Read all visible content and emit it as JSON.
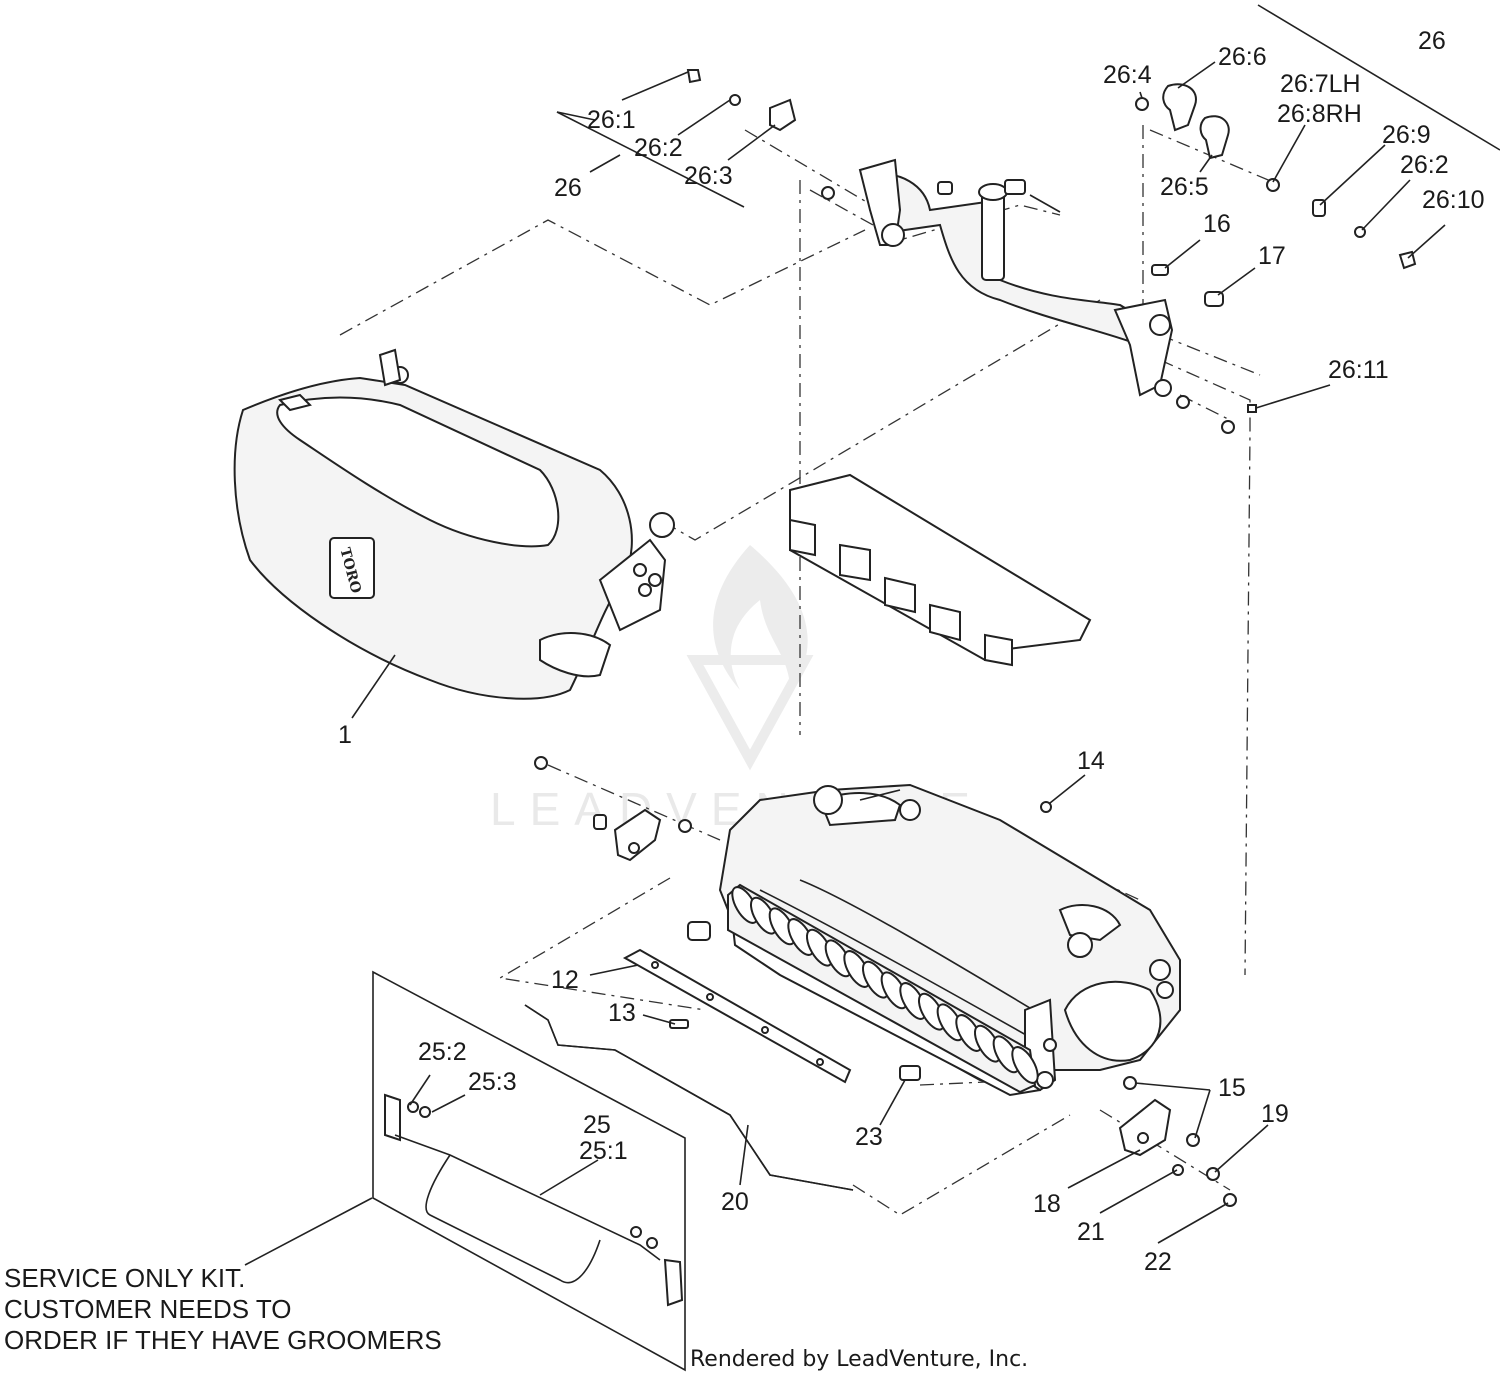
{
  "callouts": {
    "c1": "1",
    "c12": "12",
    "c13": "13",
    "c14": "14",
    "c15": "15",
    "c16": "16",
    "c17": "17",
    "c18": "18",
    "c19": "19",
    "c20": "20",
    "c21": "21",
    "c22": "22",
    "c23": "23",
    "c25": "25",
    "c25_1": "25:1",
    "c25_2": "25:2",
    "c25_3": "25:3",
    "c26_left": "26",
    "c26_right": "26",
    "c26_1": "26:1",
    "c26_2a": "26:2",
    "c26_2b": "26:2",
    "c26_3": "26:3",
    "c26_4": "26:4",
    "c26_5": "26:5",
    "c26_6": "26:6",
    "c26_7": "26:7LH",
    "c26_8": "26:8RH",
    "c26_9": "26:9",
    "c26_10": "26:10",
    "c26_11": "26:11"
  },
  "note": {
    "line1": "SERVICE ONLY KIT.",
    "line2": "CUSTOMER NEEDS TO",
    "line3": "ORDER IF THEY HAVE GROOMERS"
  },
  "credit": "Rendered by LeadVenture, Inc.",
  "watermark": "LEADVENTURE",
  "logo": "TORO",
  "icons": [
    "leadventure-flame-icon"
  ],
  "colors": {
    "ink": "#1a1a1a",
    "watermark": "#e9e9e9"
  }
}
